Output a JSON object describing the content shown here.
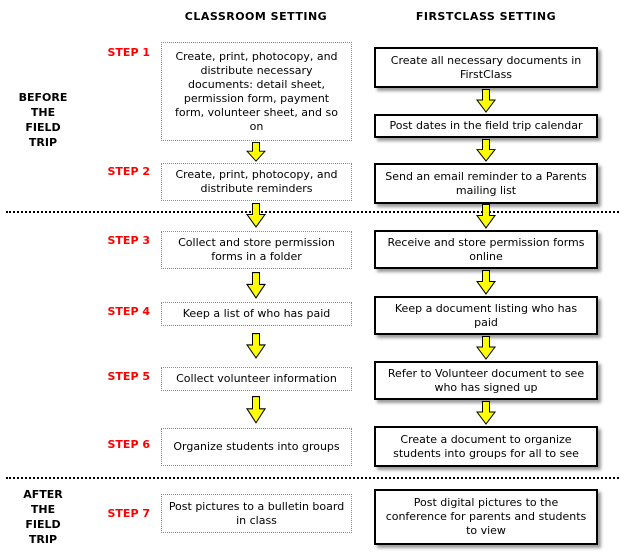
{
  "columns": {
    "classroom_header": "CLASSROOM SETTING",
    "firstclass_header": "FIRSTCLASS SETTING"
  },
  "phases": {
    "before": "BEFORE\nTHE\nFIELD\nTRIP",
    "after": "AFTER\nTHE\nFIELD\nTRIP"
  },
  "steps": [
    {
      "label": "STEP 1",
      "classroom": "Create, print, photocopy, and distribute necessary documents: detail sheet, permission form, payment form, volunteer sheet, and so on",
      "firstclass_a": "Create all necessary documents in FirstClass",
      "firstclass_b": "Post dates in the field trip calendar"
    },
    {
      "label": "STEP 2",
      "classroom": "Create, print, photocopy, and distribute reminders",
      "firstclass": "Send an email reminder to a Parents mailing list"
    },
    {
      "label": "STEP 3",
      "classroom": "Collect and store permission forms in a folder",
      "firstclass": "Receive and store permission forms online"
    },
    {
      "label": "STEP 4",
      "classroom": "Keep a list of who has paid",
      "firstclass": "Keep a document listing who has paid"
    },
    {
      "label": "STEP 5",
      "classroom": "Collect volunteer information",
      "firstclass": "Refer to Volunteer document to see who has signed up"
    },
    {
      "label": "STEP 6",
      "classroom": "Organize students into groups",
      "firstclass": "Create a document to organize students into groups for all to see"
    },
    {
      "label": "STEP 7",
      "classroom": "Post pictures to a bulletin board in class",
      "firstclass": "Post digital pictures to the conference for parents and students to view"
    }
  ],
  "colors": {
    "step_label": "#FF0000",
    "arrow_fill": "#FFFF00",
    "arrow_outline": "#000000",
    "firstclass_border": "#000000",
    "classroom_border": "#8A8A8A"
  }
}
